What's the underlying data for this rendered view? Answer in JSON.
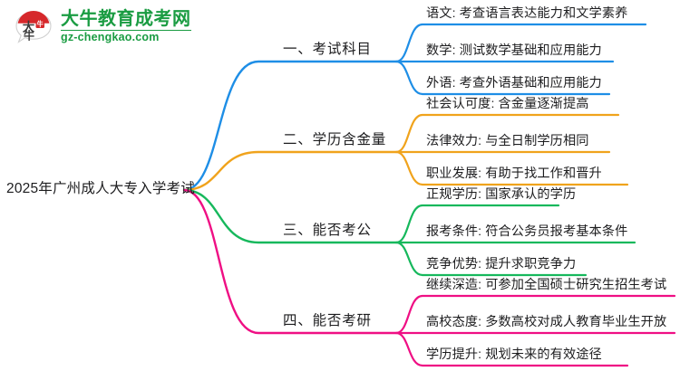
{
  "logo": {
    "brand_name": "大牛教育成考网",
    "domain": "gz-chengkao.com",
    "mark_text": "大牛",
    "mark_badge": "牛",
    "brand_color": "#1a9c42",
    "mark_color": "#d6282b"
  },
  "mindmap": {
    "root": {
      "label": "2025年广州成人大专入学考试"
    },
    "branches": [
      {
        "label": "一、考试科目",
        "color": "#1e8ee6",
        "leaves": [
          {
            "label": "语文: 考查语言表达能力和文学素养"
          },
          {
            "label": "数学: 测试数学基础和应用能力"
          },
          {
            "label": "外语: 考查外语基础和应用能力"
          }
        ]
      },
      {
        "label": "二、学历含金量",
        "color": "#f0a31c",
        "leaves": [
          {
            "label": "社会认可度: 含金量逐渐提高"
          },
          {
            "label": "法律效力: 与全日制学历相同"
          },
          {
            "label": "职业发展: 有助于找工作和晋升"
          }
        ]
      },
      {
        "label": "三、能否考公",
        "color": "#16b85c",
        "leaves": [
          {
            "label": "正规学历: 国家承认的学历"
          },
          {
            "label": "报考条件: 符合公务员报考基本条件"
          },
          {
            "label": "竞争优势: 提升求职竞争力"
          }
        ]
      },
      {
        "label": "四、能否考研",
        "color": "#ef0f84",
        "leaves": [
          {
            "label": "继续深造: 可参加全国硕士研究生招生考试"
          },
          {
            "label": "高校态度: 多数高校对成人教育毕业生开放"
          },
          {
            "label": "学历提升: 规划未来的有效途径"
          }
        ]
      }
    ]
  }
}
